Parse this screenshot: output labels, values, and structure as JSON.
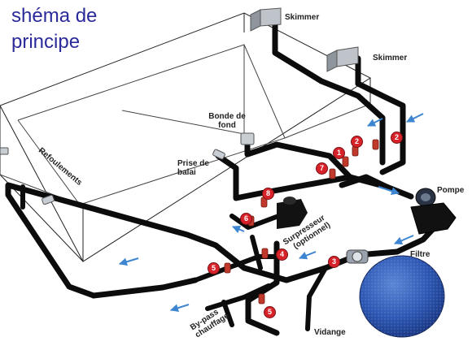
{
  "title": {
    "line1": "shéma de",
    "line2": "principe"
  },
  "labels": {
    "skimmer_top": "Skimmer",
    "skimmer_right": "Skimmer",
    "bonde_line1": "Bonde de",
    "bonde_line2": "fond",
    "prise_line1": "Prise de",
    "prise_line2": "balai",
    "refoulements": "Refoulements",
    "pompe": "Pompe",
    "surpresseur_line1": "Surpresseur",
    "surpresseur_line2": "(optionnel)",
    "filtre": "Filtre",
    "bypass_line1": "By-pass",
    "bypass_line2": "chauffage",
    "vidange": "Vidange"
  },
  "valves": {
    "v1": "1",
    "v2a": "2",
    "v2b": "2",
    "v3": "3",
    "v4": "4",
    "v5a": "5",
    "v5b": "5",
    "v6": "6",
    "v7": "7",
    "v8": "8"
  },
  "colors": {
    "title": "#2a2a9a",
    "pipe": "#0c0c0c",
    "flow_arrow": "#3d85d0",
    "valve_badge": "#d8222a",
    "filter": "#2d57b2",
    "pool_outline": "#222222"
  }
}
